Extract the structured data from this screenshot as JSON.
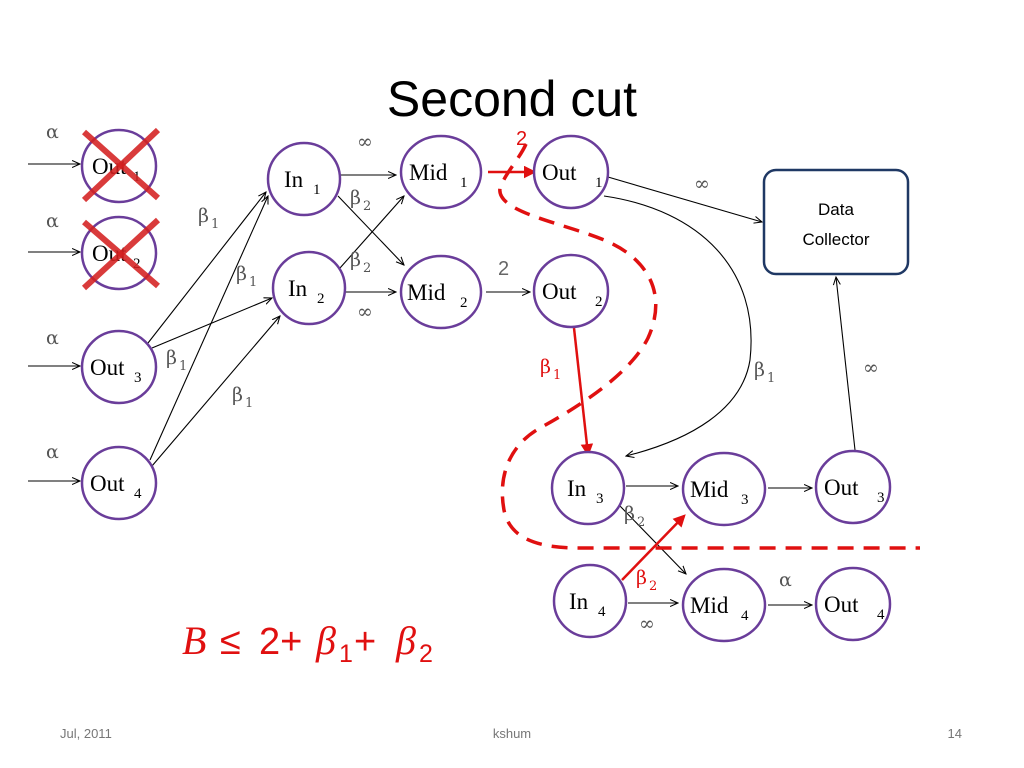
{
  "title": "Second cut",
  "nodes": {
    "out1_left": {
      "name": "Out",
      "sub": "1"
    },
    "out2_left": {
      "name": "Out",
      "sub": "2"
    },
    "out3_left": {
      "name": "Out",
      "sub": "3"
    },
    "out4_left": {
      "name": "Out",
      "sub": "4"
    },
    "in1": {
      "name": "In",
      "sub": "1"
    },
    "in2": {
      "name": "In",
      "sub": "2"
    },
    "mid1": {
      "name": "Mid",
      "sub": "1"
    },
    "mid2": {
      "name": "Mid",
      "sub": "2"
    },
    "out1": {
      "name": "Out",
      "sub": "1"
    },
    "out2": {
      "name": "Out",
      "sub": "2"
    },
    "in3": {
      "name": "In",
      "sub": "3"
    },
    "mid3": {
      "name": "Mid",
      "sub": "3"
    },
    "out3": {
      "name": "Out",
      "sub": "3"
    },
    "in4": {
      "name": "In",
      "sub": "4"
    },
    "mid4": {
      "name": "Mid",
      "sub": "4"
    },
    "out4": {
      "name": "Out",
      "sub": "4"
    }
  },
  "collector": {
    "line1": "Data",
    "line2": "Collector"
  },
  "symbols": {
    "alpha": "α",
    "infinity": "∞",
    "beta": "β",
    "sub1": "1",
    "sub2": "2",
    "two": "2"
  },
  "formula": {
    "B": "B",
    "leq": "≤",
    "two_plus": "2+",
    "beta": "β",
    "sub1": "1",
    "plus": "+",
    "sub2": "2"
  },
  "footer": {
    "date": "Jul, 2011",
    "author": "kshum",
    "page": "14"
  },
  "colors": {
    "cut": "#e01010",
    "node_border": "#6a3d9a",
    "collector_border": "#1f3864"
  }
}
